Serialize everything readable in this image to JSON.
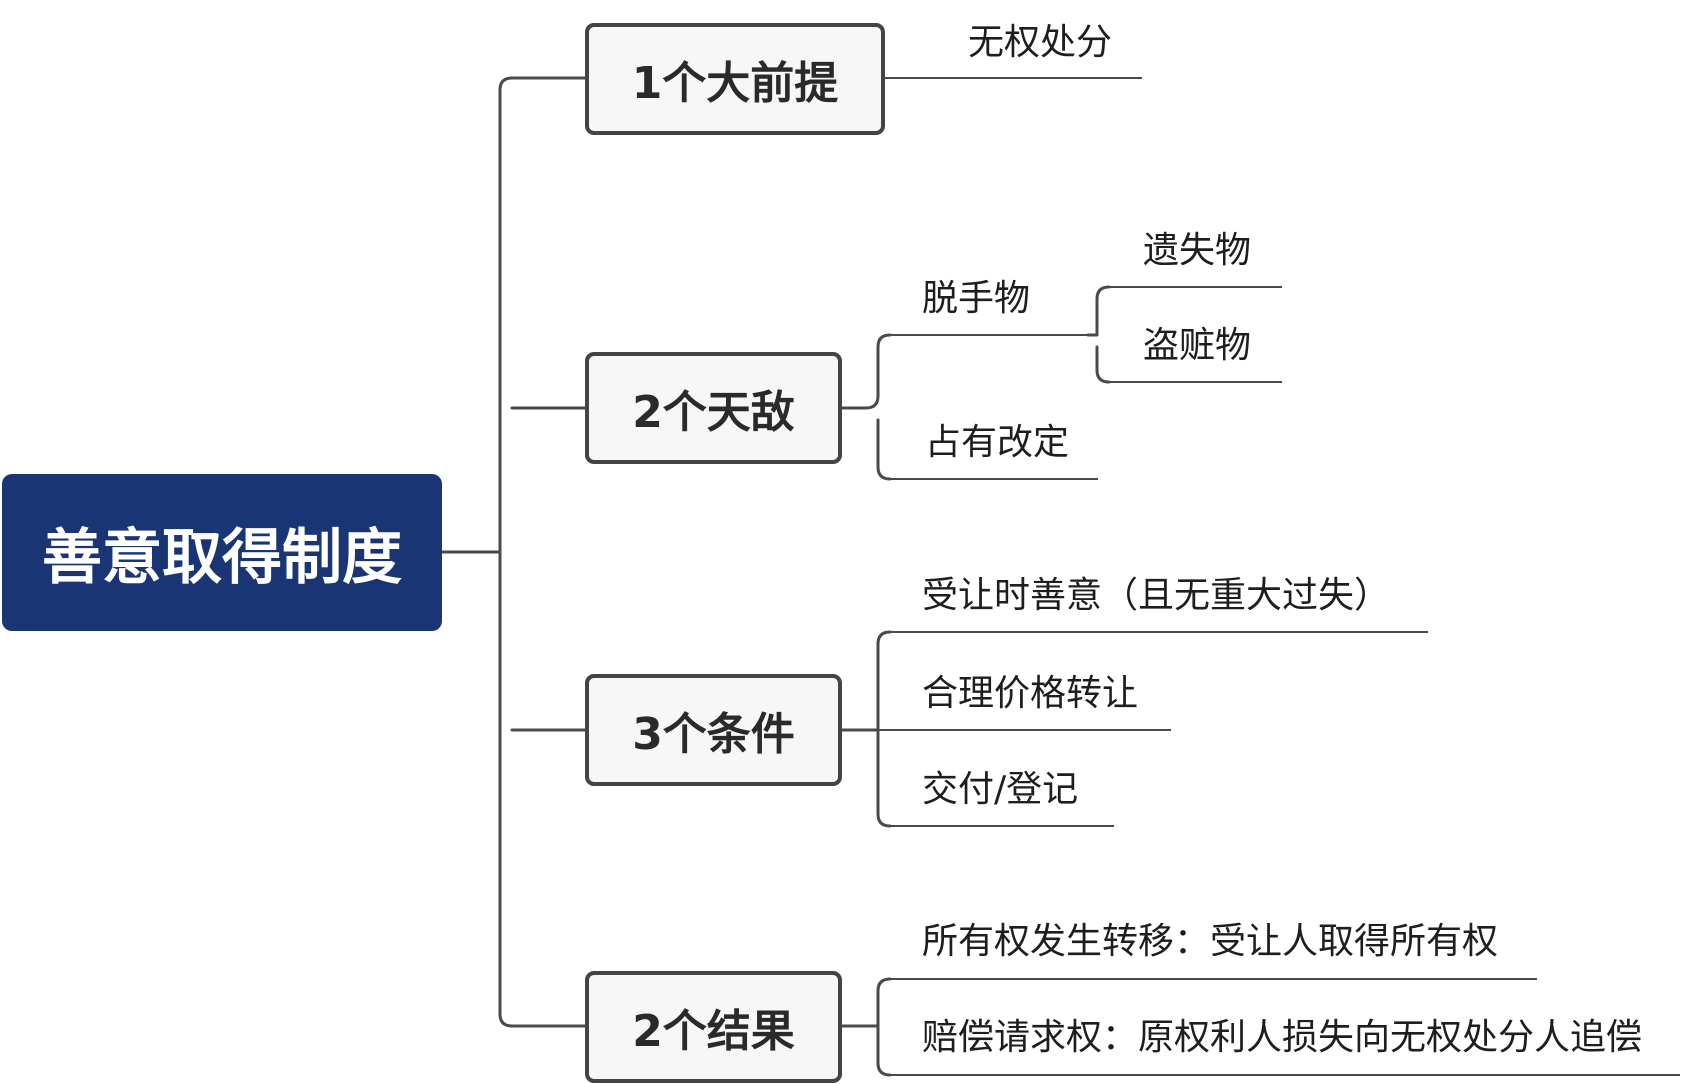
{
  "root": {
    "label": "善意取得制度"
  },
  "branches": [
    {
      "label": "1个大前提",
      "leaves": [
        "无权处分"
      ]
    },
    {
      "label": "2个天敌",
      "leaves": [
        "脱手物",
        "遗失物",
        "盗赃物",
        "占有改定"
      ]
    },
    {
      "label": "3个条件",
      "leaves": [
        "受让时善意（且无重大过失）",
        "合理价格转让",
        "交付/登记"
      ]
    },
    {
      "label": "2个结果",
      "leaves": [
        "所有权发生转移：受让人取得所有权",
        "赔偿请求权：原权利人损失向无权处分人追偿"
      ]
    }
  ],
  "colors": {
    "root_bg": "#1a3574",
    "root_text": "#ffffff",
    "branch_border": "#444444",
    "branch_bg": "#f7f7f7",
    "line": "#4a4a4a"
  }
}
